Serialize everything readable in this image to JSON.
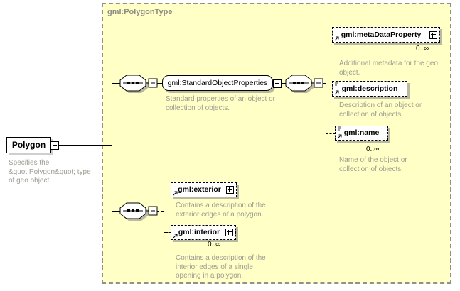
{
  "diagram": {
    "container_label": "gml:PolygonType",
    "root": {
      "label": "Polygon",
      "description_lines": [
        "Specifies the",
        "&quot;Polygon&quot; type",
        "of geo object."
      ]
    },
    "group": {
      "label": "gml:StandardObjectProperties",
      "description_lines": [
        "Standard properties of an object or",
        "collection of objects."
      ]
    },
    "elements": {
      "metadata": {
        "label": "gml:metaDataProperty",
        "cardinality": "0..∞",
        "description_lines": [
          "Additional metadata for the geo",
          "object."
        ]
      },
      "description": {
        "label": "gml:description",
        "description_lines": [
          "Description of an object or",
          "collection of objects."
        ]
      },
      "name": {
        "label": "gml:name",
        "cardinality": "0..∞",
        "description_lines": [
          "Name of the object or",
          "collection of objects."
        ]
      },
      "exterior": {
        "label": "gml:exterior",
        "description_lines": [
          "Contains a description of the",
          "exterior edges of a polygon."
        ]
      },
      "interior": {
        "label": "gml:interior",
        "cardinality": "0..∞",
        "description_lines": [
          "Contains a description of the",
          "interior edges of a single",
          "opening in a polygon."
        ]
      }
    },
    "colors": {
      "container_bg": "#ffffc6",
      "container_border": "#909090",
      "annotation_text": "#9c9c92",
      "box_shadow": "#b9b9a2"
    }
  }
}
